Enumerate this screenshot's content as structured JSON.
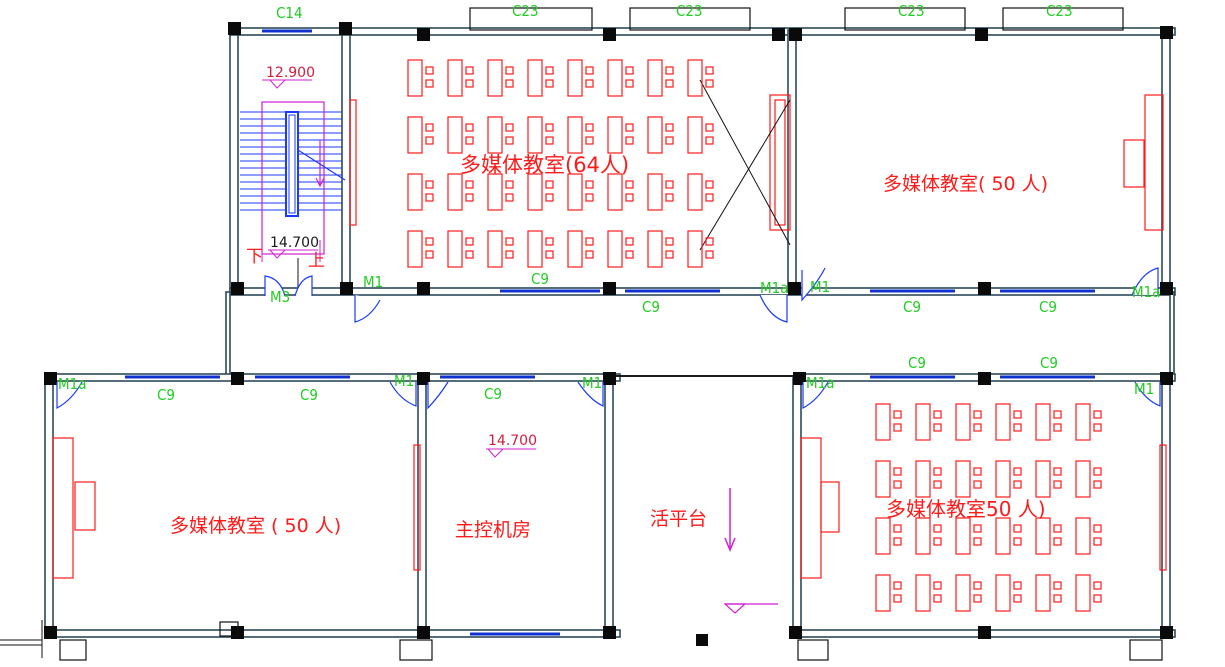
{
  "colors": {
    "wall": "#1a1a1a",
    "wall_fill": "#ffffff",
    "wall_line": "#2c4a5a",
    "room_label": "#ff1a1a",
    "furniture": "#ff1a1a",
    "window_label": "#33dd33",
    "window": "#1030d0",
    "stair": "#1a3aff",
    "level": "#d020d0",
    "door": "#1a3aff"
  },
  "rooms": {
    "classroom_64": "多媒体教室(64人)",
    "classroom_50_top_right": "多媒体教室( 50  人)",
    "classroom_50_bottom_left": "多媒体教室    ( 50  人)",
    "control_room": "主控机房",
    "terrace": "活平台",
    "classroom_50_bottom_right": "多媒体教室50  人)"
  },
  "levels": {
    "stair_top": "12.900",
    "stair_landing": "14.700",
    "control_room": "14.700"
  },
  "stair": {
    "down_label": "下",
    "up_label": "上"
  },
  "windows": {
    "c14": "C14",
    "c23": "C23",
    "c9": "C9"
  },
  "doors": {
    "m1": "M1",
    "m1a": "M1a",
    "m3": "M3"
  }
}
